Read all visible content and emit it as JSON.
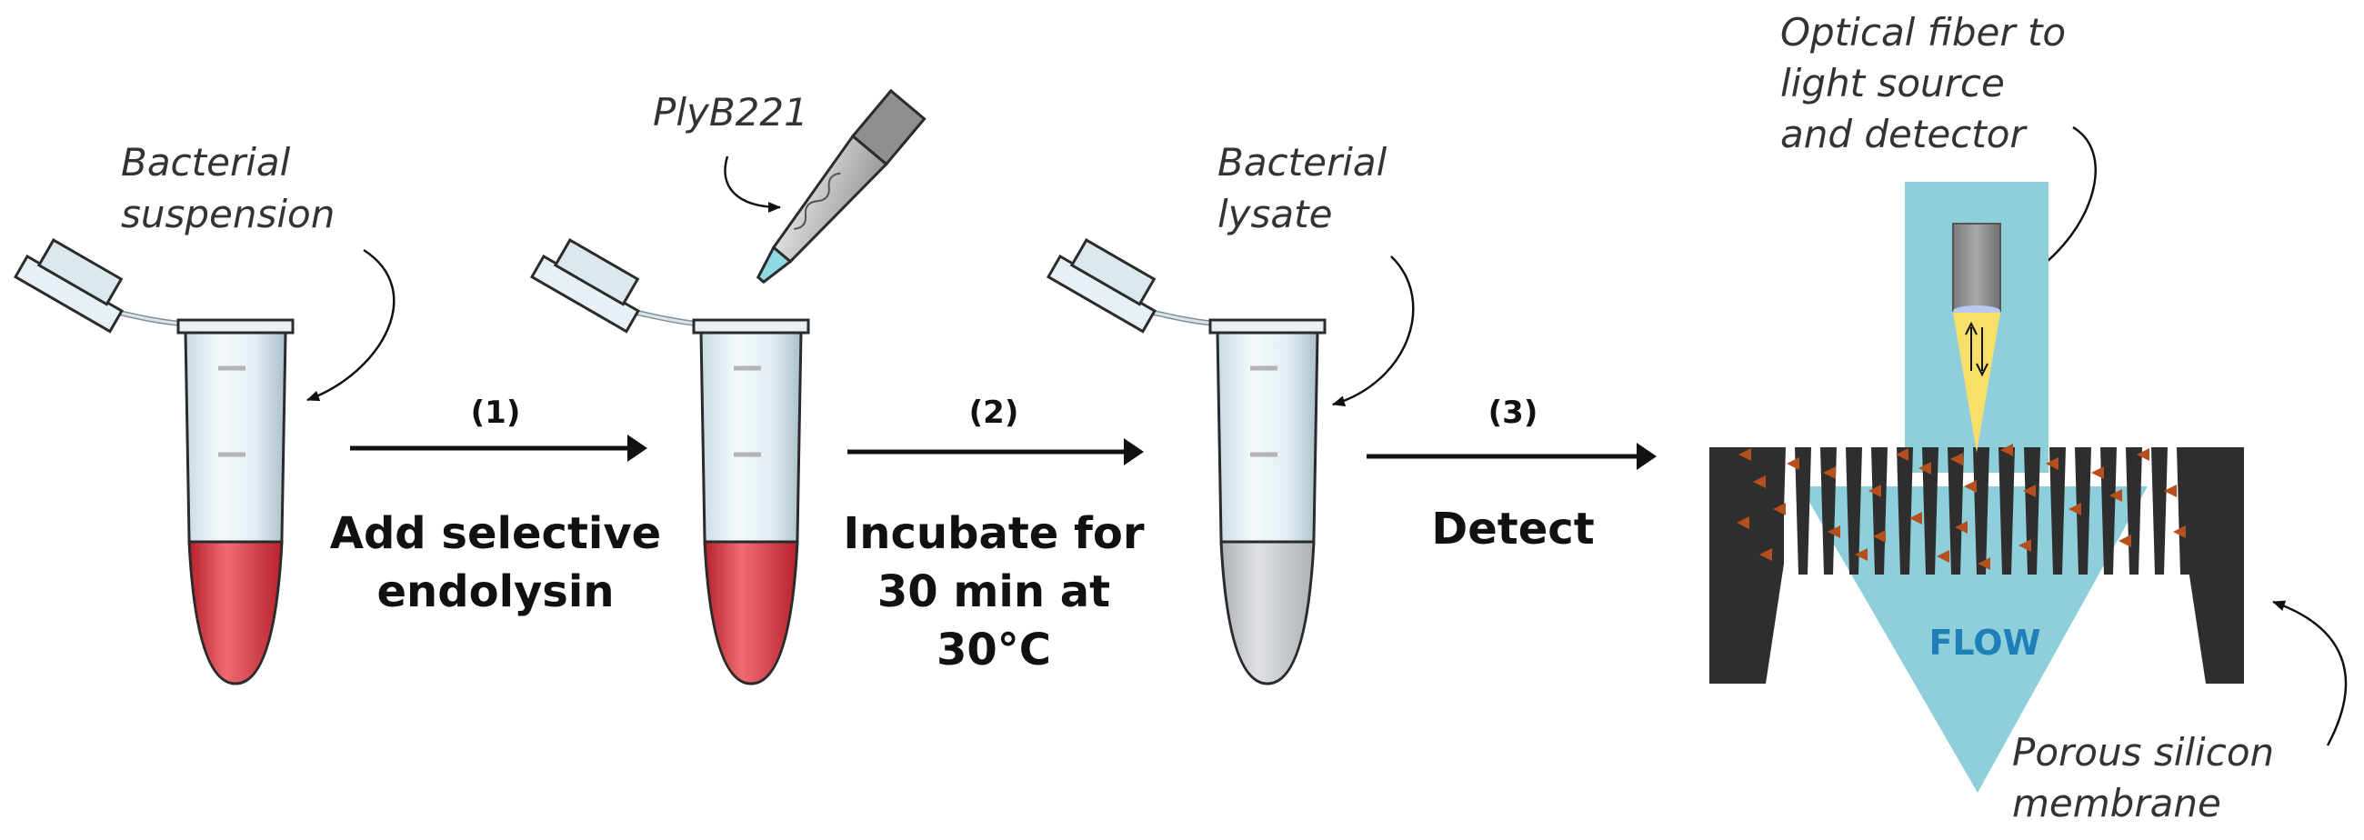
{
  "labels": {
    "bacterial_suspension": [
      "Bacterial",
      "suspension"
    ],
    "plyb221": "PlyB221",
    "bacterial_lysate": [
      "Bacterial",
      "lysate"
    ],
    "optical_fiber": [
      "Optical fiber to",
      "light source",
      "and detector"
    ],
    "porous_membrane": [
      "Porous silicon",
      "membrane"
    ],
    "flow": "FLOW"
  },
  "steps": [
    {
      "number": "(1)",
      "action": [
        "Add selective",
        "endolysin"
      ]
    },
    {
      "number": "(2)",
      "action": [
        "Incubate for",
        "30 min at",
        "30°C"
      ]
    },
    {
      "number": "(3)",
      "action": [
        "Detect"
      ]
    }
  ],
  "colors": {
    "bacteria_red": "#d63b44",
    "lysate_gray": "#c8cacd",
    "flow_blue": "#8fcfdc",
    "membrane": "#2e2e2e",
    "particle": "#b5501e",
    "light_cone": "#f7df6a"
  }
}
